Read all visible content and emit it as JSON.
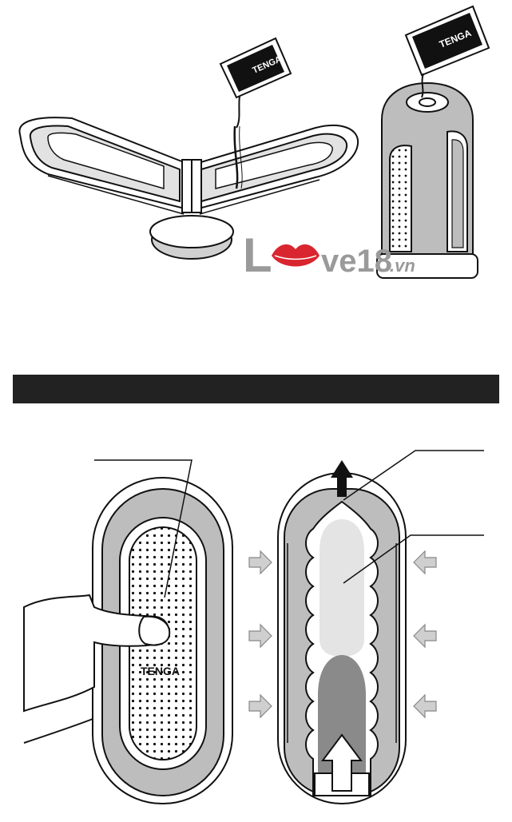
{
  "watermark": {
    "logo_letter_l": "L",
    "logo_rest": "ve18",
    "logo_domain": ".vn",
    "lips_color": "#d9252f",
    "letter_color": "#9a9a9a"
  },
  "brand": {
    "sachet_label": "TENGA",
    "device_label": "TENGA"
  },
  "icons": {
    "up_arrow": "arrow-up-icon",
    "squeeze_arrow": "arrow-right-icon",
    "squeeze_arrow_left": "arrow-left-icon"
  },
  "colors": {
    "line": "#111111",
    "body_gray": "#bdbdbd",
    "inner_light": "#e4e4e4",
    "dark_gray": "#8a8a8a",
    "arrow_gray": "#cfcfcf",
    "bar": "#222222"
  }
}
